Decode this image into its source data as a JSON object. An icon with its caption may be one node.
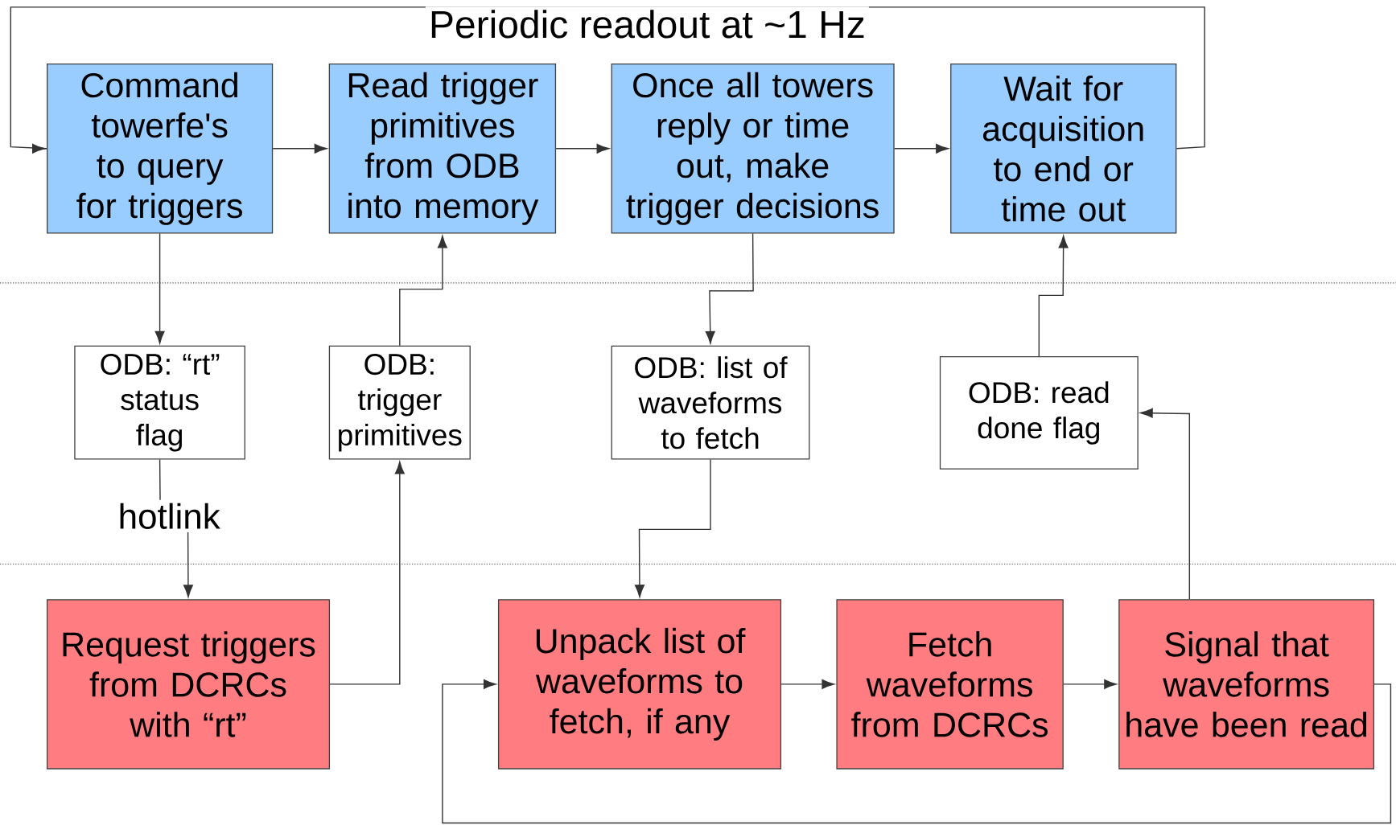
{
  "diagram": {
    "nodes": [
      {
        "text": [
          "Command towerfe's to query for triggers"
        ]
      },
      {
        "text": [
          "Read trigger primitives from ODB into memory"
        ]
      },
      {
        "text": [
          "Once all towers reply or time out, make trigger decisions"
        ]
      },
      {
        "text": [
          "Wait for acquisition to end or time out"
        ]
      },
      {
        "text": [
          "ODB: “rt” status flag"
        ]
      },
      {
        "text": [
          "ODB: trigger primitives"
        ]
      },
      {
        "text": [
          "ODB: list of waveforms to fetch"
        ]
      },
      {
        "text": [
          "ODB: read done flag"
        ]
      },
      {
        "text": [
          "Request triggers from DCRCs with “rt”"
        ]
      },
      {
        "text": [
          "Unpack list of waveforms to fetch, if any"
        ]
      },
      {
        "text": [
          "Fetch waveforms from DCRCs"
        ]
      },
      {
        "text": [
          "Signal that waveforms have been read"
        ]
      }
    ],
    "edges": [
      {
        "from": 0,
        "to": 1,
        "arrow": "to"
      },
      {
        "from": 1,
        "to": 2,
        "arrow": "to"
      },
      {
        "from": 2,
        "to": 3,
        "arrow": "to"
      },
      {
        "from": 3,
        "to": 0,
        "arrow": "to",
        "label": "Periodic readout at ~1 Hz"
      },
      {
        "from": 0,
        "to": 4,
        "arrow": "to"
      },
      {
        "from": 4,
        "to": 8,
        "arrow": "to",
        "label": "hotlink"
      },
      {
        "from": 8,
        "to": 5,
        "arrow": "to"
      },
      {
        "from": 5,
        "to": 1,
        "arrow": "to"
      },
      {
        "from": 2,
        "to": 6,
        "arrow": "to"
      },
      {
        "from": 6,
        "to": 9,
        "arrow": "to"
      },
      {
        "from": 9,
        "to": 10,
        "arrow": "to"
      },
      {
        "from": 10,
        "to": 11,
        "arrow": "to"
      },
      {
        "from": 11,
        "to": 7,
        "arrow": "to"
      },
      {
        "from": 7,
        "to": 3,
        "arrow": "to"
      },
      {
        "from": 11,
        "to": 9,
        "arrow": "to"
      }
    ]
  }
}
